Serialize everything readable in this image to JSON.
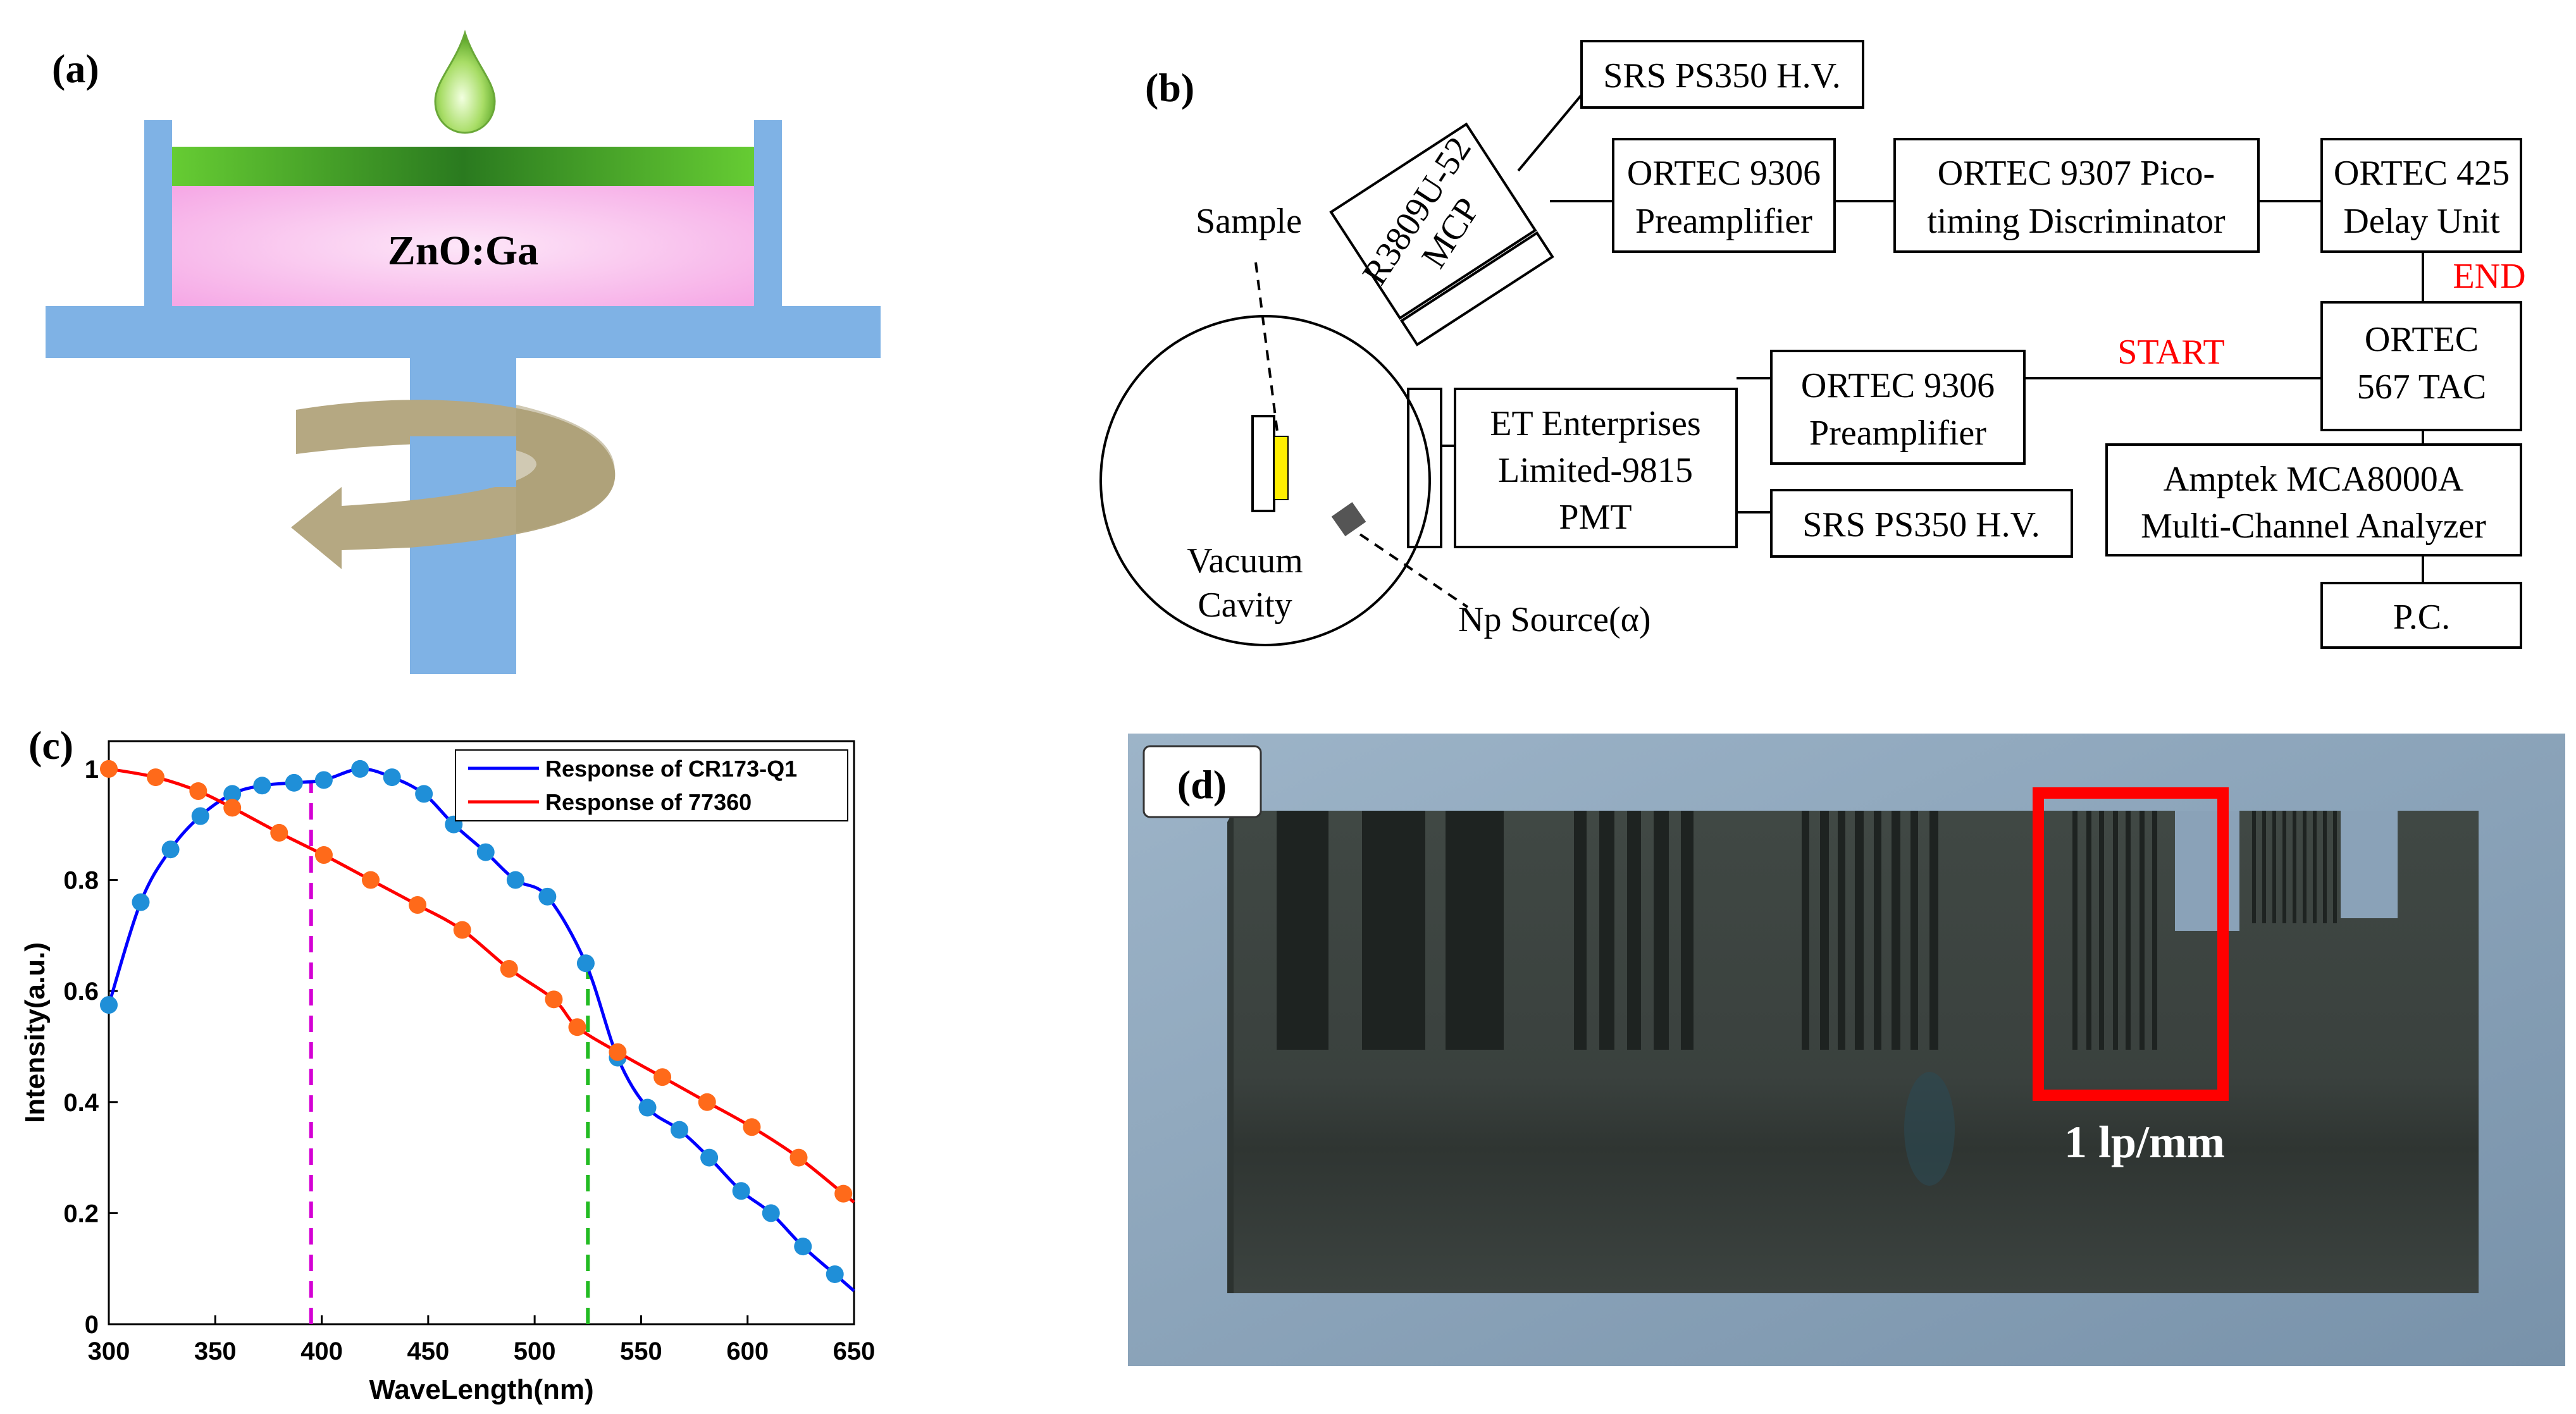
{
  "panel_a": {
    "label": "(a)",
    "film_label": "ZnO:Ga",
    "colors": {
      "substrate": "#7fb2e5",
      "film_green": "#66cc33",
      "film_dark": "#2a7a1f",
      "layer_pink": "#f7a8e6",
      "arrow": "#b5a882"
    }
  },
  "panel_b": {
    "label": "(b)",
    "boxes": {
      "hv_top": "SRS PS350 H.V.",
      "mcp": [
        "R3809U-52",
        "MCP"
      ],
      "pre1": [
        "ORTEC 9306",
        "Preamplifier"
      ],
      "disc": [
        "ORTEC 9307 Pico-",
        "timing Discriminator"
      ],
      "delay": [
        "ORTEC 425",
        "Delay Unit"
      ],
      "tac": [
        "ORTEC",
        "567 TAC"
      ],
      "pmt": [
        "ET Enterprises",
        "Limited-9815",
        "PMT"
      ],
      "pre2": [
        "ORTEC 9306",
        "Preamplifier"
      ],
      "hv_bottom": "SRS PS350 H.V.",
      "mca": [
        "Amptek MCA8000A",
        "Multi-Channel Analyzer"
      ],
      "pc": "P.C."
    },
    "labels": {
      "sample": "Sample",
      "cavity": [
        "Vacuum",
        "Cavity"
      ],
      "source": "Np Source(α)",
      "end": "END",
      "start": "START"
    },
    "colors": {
      "signal": "#ff0000",
      "sample": "#ffee00"
    }
  },
  "panel_c": {
    "label": "(c)",
    "chart_data": {
      "type": "line",
      "xlabel": "WaveLength(nm)",
      "ylabel": "Intensity(a.u.)",
      "xlim": [
        300,
        650
      ],
      "ylim": [
        0,
        1.05
      ],
      "xticks": [
        300,
        350,
        400,
        450,
        500,
        550,
        600,
        650
      ],
      "yticks": [
        0,
        0.2,
        0.4,
        0.6,
        0.8,
        1
      ],
      "ytick_labels": [
        "0",
        "0.2",
        "0.4",
        "0.6",
        "0.8",
        "1"
      ],
      "grid": false,
      "legend_position": "top-right",
      "vlines": [
        {
          "x": 395,
          "color": "#d400d4"
        },
        {
          "x": 525,
          "color": "#22bb22"
        }
      ],
      "series": [
        {
          "name": "Response of CR173-Q1",
          "line_color": "#0000ff",
          "marker_color": "#1f8fd8",
          "x": [
            300,
            315,
            329,
            343,
            358,
            372,
            387,
            401,
            418,
            433,
            448,
            462,
            477,
            491,
            506,
            524,
            539,
            553,
            568,
            582,
            597,
            611,
            626,
            641
          ],
          "y": [
            0.575,
            0.76,
            0.855,
            0.915,
            0.955,
            0.97,
            0.975,
            0.98,
            1.0,
            0.985,
            0.955,
            0.9,
            0.85,
            0.8,
            0.77,
            0.65,
            0.48,
            0.39,
            0.35,
            0.3,
            0.24,
            0.2,
            0.14,
            0.09
          ]
        },
        {
          "name": "Response of 77360",
          "line_color": "#ff0000",
          "marker_color": "#ff6a1a",
          "x": [
            300,
            322,
            342,
            358,
            380,
            401,
            423,
            445,
            466,
            488,
            509,
            520,
            539,
            560,
            581,
            602,
            624,
            645
          ],
          "y": [
            1.0,
            0.985,
            0.96,
            0.93,
            0.885,
            0.845,
            0.8,
            0.755,
            0.71,
            0.64,
            0.585,
            0.535,
            0.49,
            0.445,
            0.4,
            0.355,
            0.3,
            0.235
          ]
        }
      ]
    }
  },
  "panel_d": {
    "label": "(d)",
    "annotation": "1 lp/mm",
    "colors": {
      "highlight": "#ff0000",
      "block": "#3b423f",
      "background": "#8aa2b8"
    }
  }
}
